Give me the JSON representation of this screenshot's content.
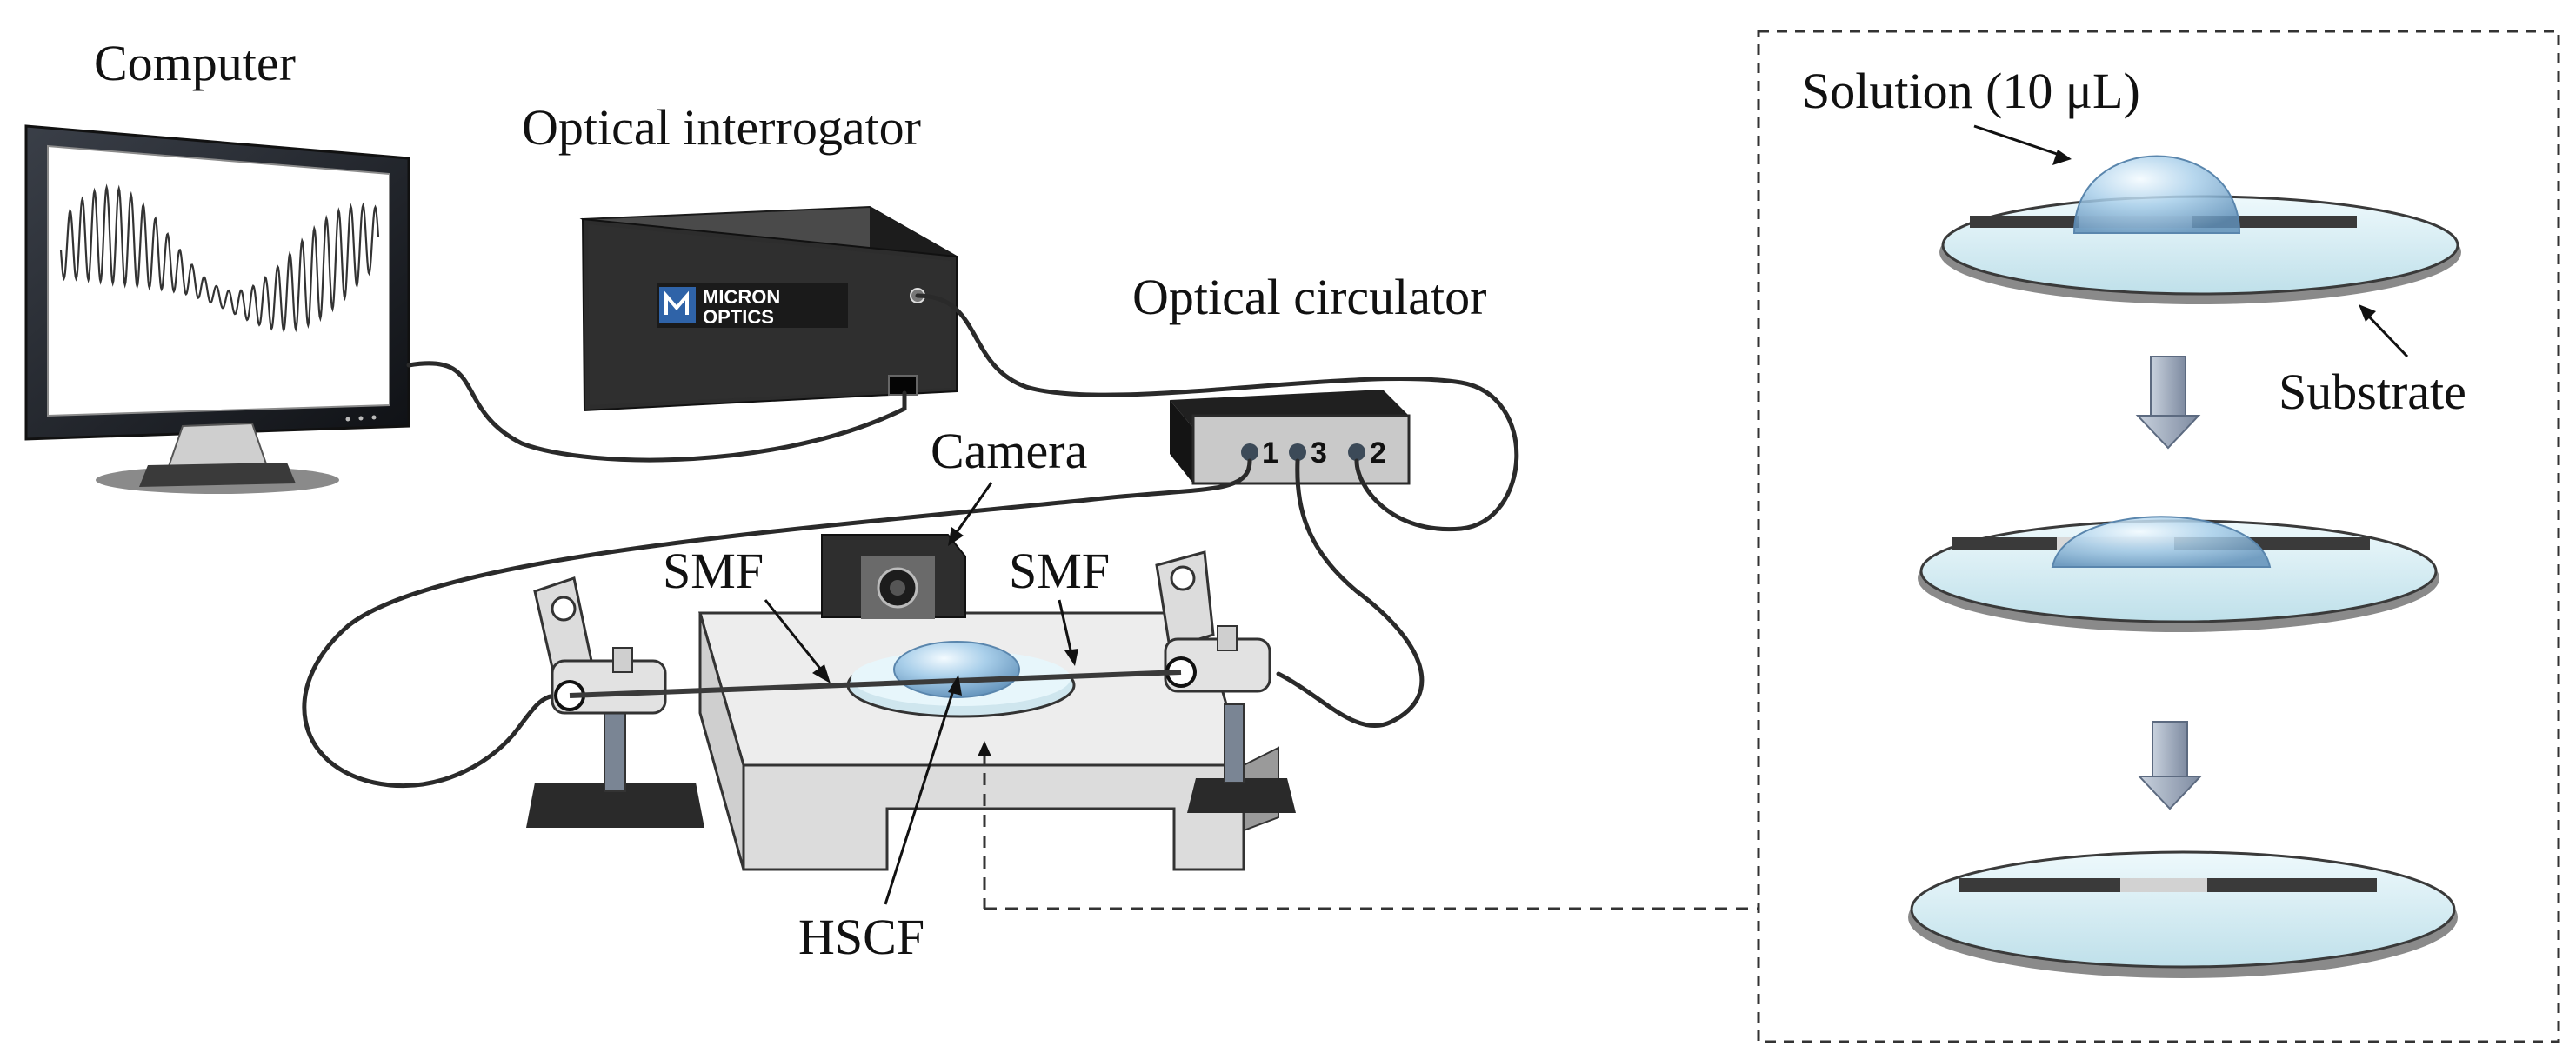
{
  "labels": {
    "computer": "Computer",
    "interrogator": "Optical interrogator",
    "circulator": "Optical circulator",
    "camera": "Camera",
    "smf_left": "SMF",
    "smf_right": "SMF",
    "hscf": "HSCF",
    "solution": "Solution (10 μL)",
    "substrate": "Substrate"
  },
  "brand": {
    "line1": "MICRON",
    "line2": "OPTICS"
  },
  "ports": [
    "1",
    "3",
    "2"
  ],
  "colors": {
    "device_dark": "#2d2d2d",
    "circulator_face": "#c9c9c9",
    "substrate": "#d7eef4",
    "droplet": "#9ec8e6",
    "stage": "#e6e6e6"
  }
}
